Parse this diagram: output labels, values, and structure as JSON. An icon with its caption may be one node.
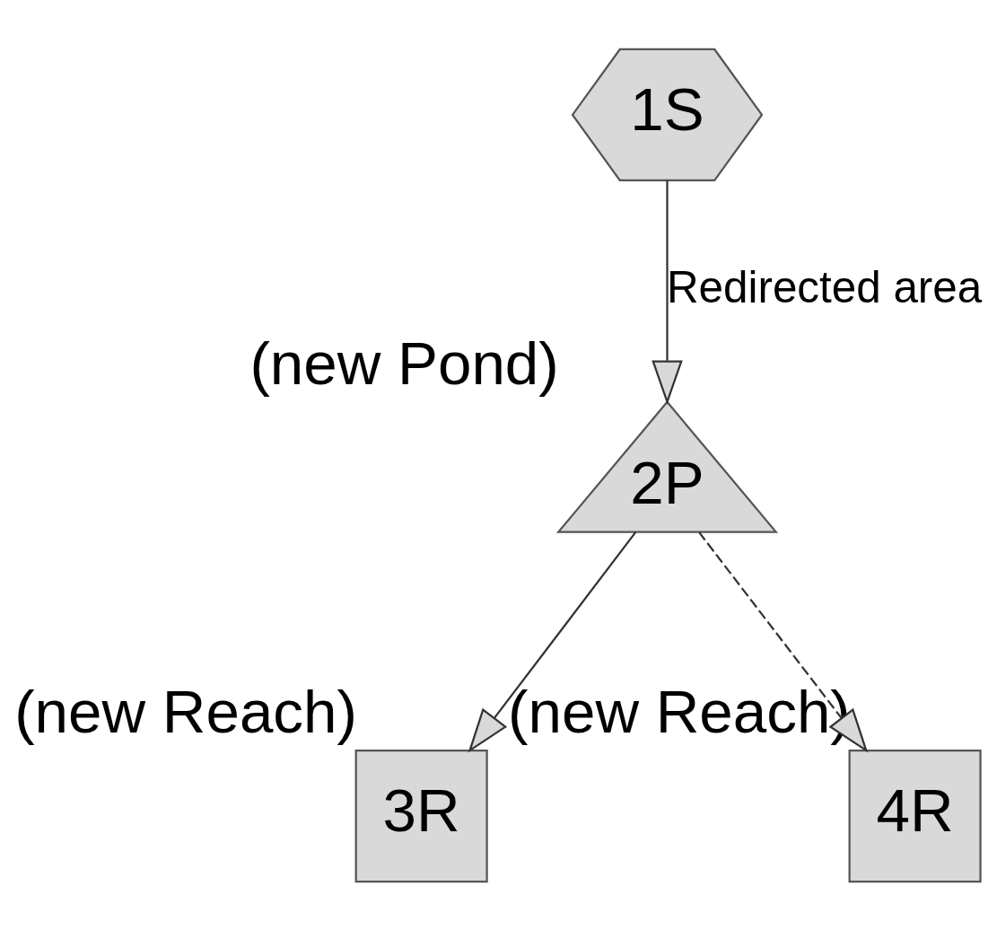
{
  "diagram": {
    "nodes": [
      {
        "text": [
          "1S"
        ]
      },
      {
        "text": [
          "2P"
        ],
        "beside": [
          "(new Pond)"
        ]
      },
      {
        "text": [
          "3R"
        ],
        "beside": [
          "(new Reach)"
        ]
      },
      {
        "text": [
          "4R"
        ],
        "beside": [
          "(new Reach)"
        ]
      }
    ],
    "edges": [
      {
        "from": 0,
        "to": 1,
        "arrow": "to",
        "label": "Redirected area"
      },
      {
        "from": 1,
        "to": 2,
        "arrow": "to"
      },
      {
        "from": 1,
        "to": 3,
        "arrow": "to",
        "style": "dashed"
      }
    ]
  }
}
